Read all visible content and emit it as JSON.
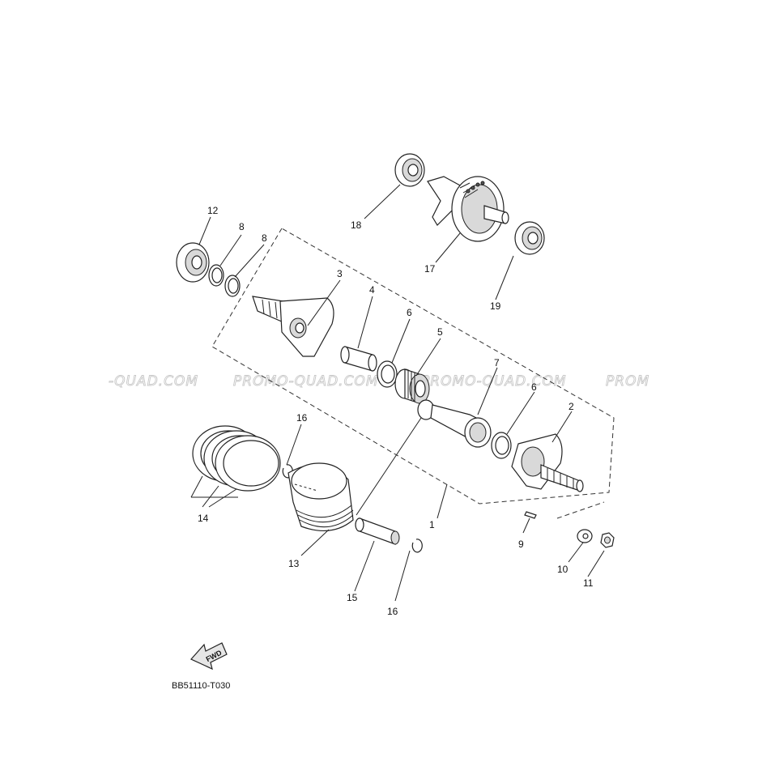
{
  "diagram_code": "BB51110-T030",
  "fwd_label": "FWD",
  "watermark_texts": [
    "-QUAD.COM",
    "PROMO-QUAD.COM",
    "PROMO-QUAD.COM",
    "PROM"
  ],
  "callouts": [
    {
      "id": "c1",
      "label": "1"
    },
    {
      "id": "c2",
      "label": "2"
    },
    {
      "id": "c3",
      "label": "3"
    },
    {
      "id": "c4",
      "label": "4"
    },
    {
      "id": "c5",
      "label": "5"
    },
    {
      "id": "c6a",
      "label": "6"
    },
    {
      "id": "c6b",
      "label": "6"
    },
    {
      "id": "c7",
      "label": "7"
    },
    {
      "id": "c8a",
      "label": "8"
    },
    {
      "id": "c8b",
      "label": "8"
    },
    {
      "id": "c9",
      "label": "9"
    },
    {
      "id": "c10",
      "label": "10"
    },
    {
      "id": "c11",
      "label": "11"
    },
    {
      "id": "c12",
      "label": "12"
    },
    {
      "id": "c13",
      "label": "13"
    },
    {
      "id": "c14",
      "label": "14"
    },
    {
      "id": "c15",
      "label": "15"
    },
    {
      "id": "c16a",
      "label": "16"
    },
    {
      "id": "c16b",
      "label": "16"
    },
    {
      "id": "c17",
      "label": "17"
    },
    {
      "id": "c18",
      "label": "18"
    },
    {
      "id": "c19",
      "label": "19"
    }
  ]
}
